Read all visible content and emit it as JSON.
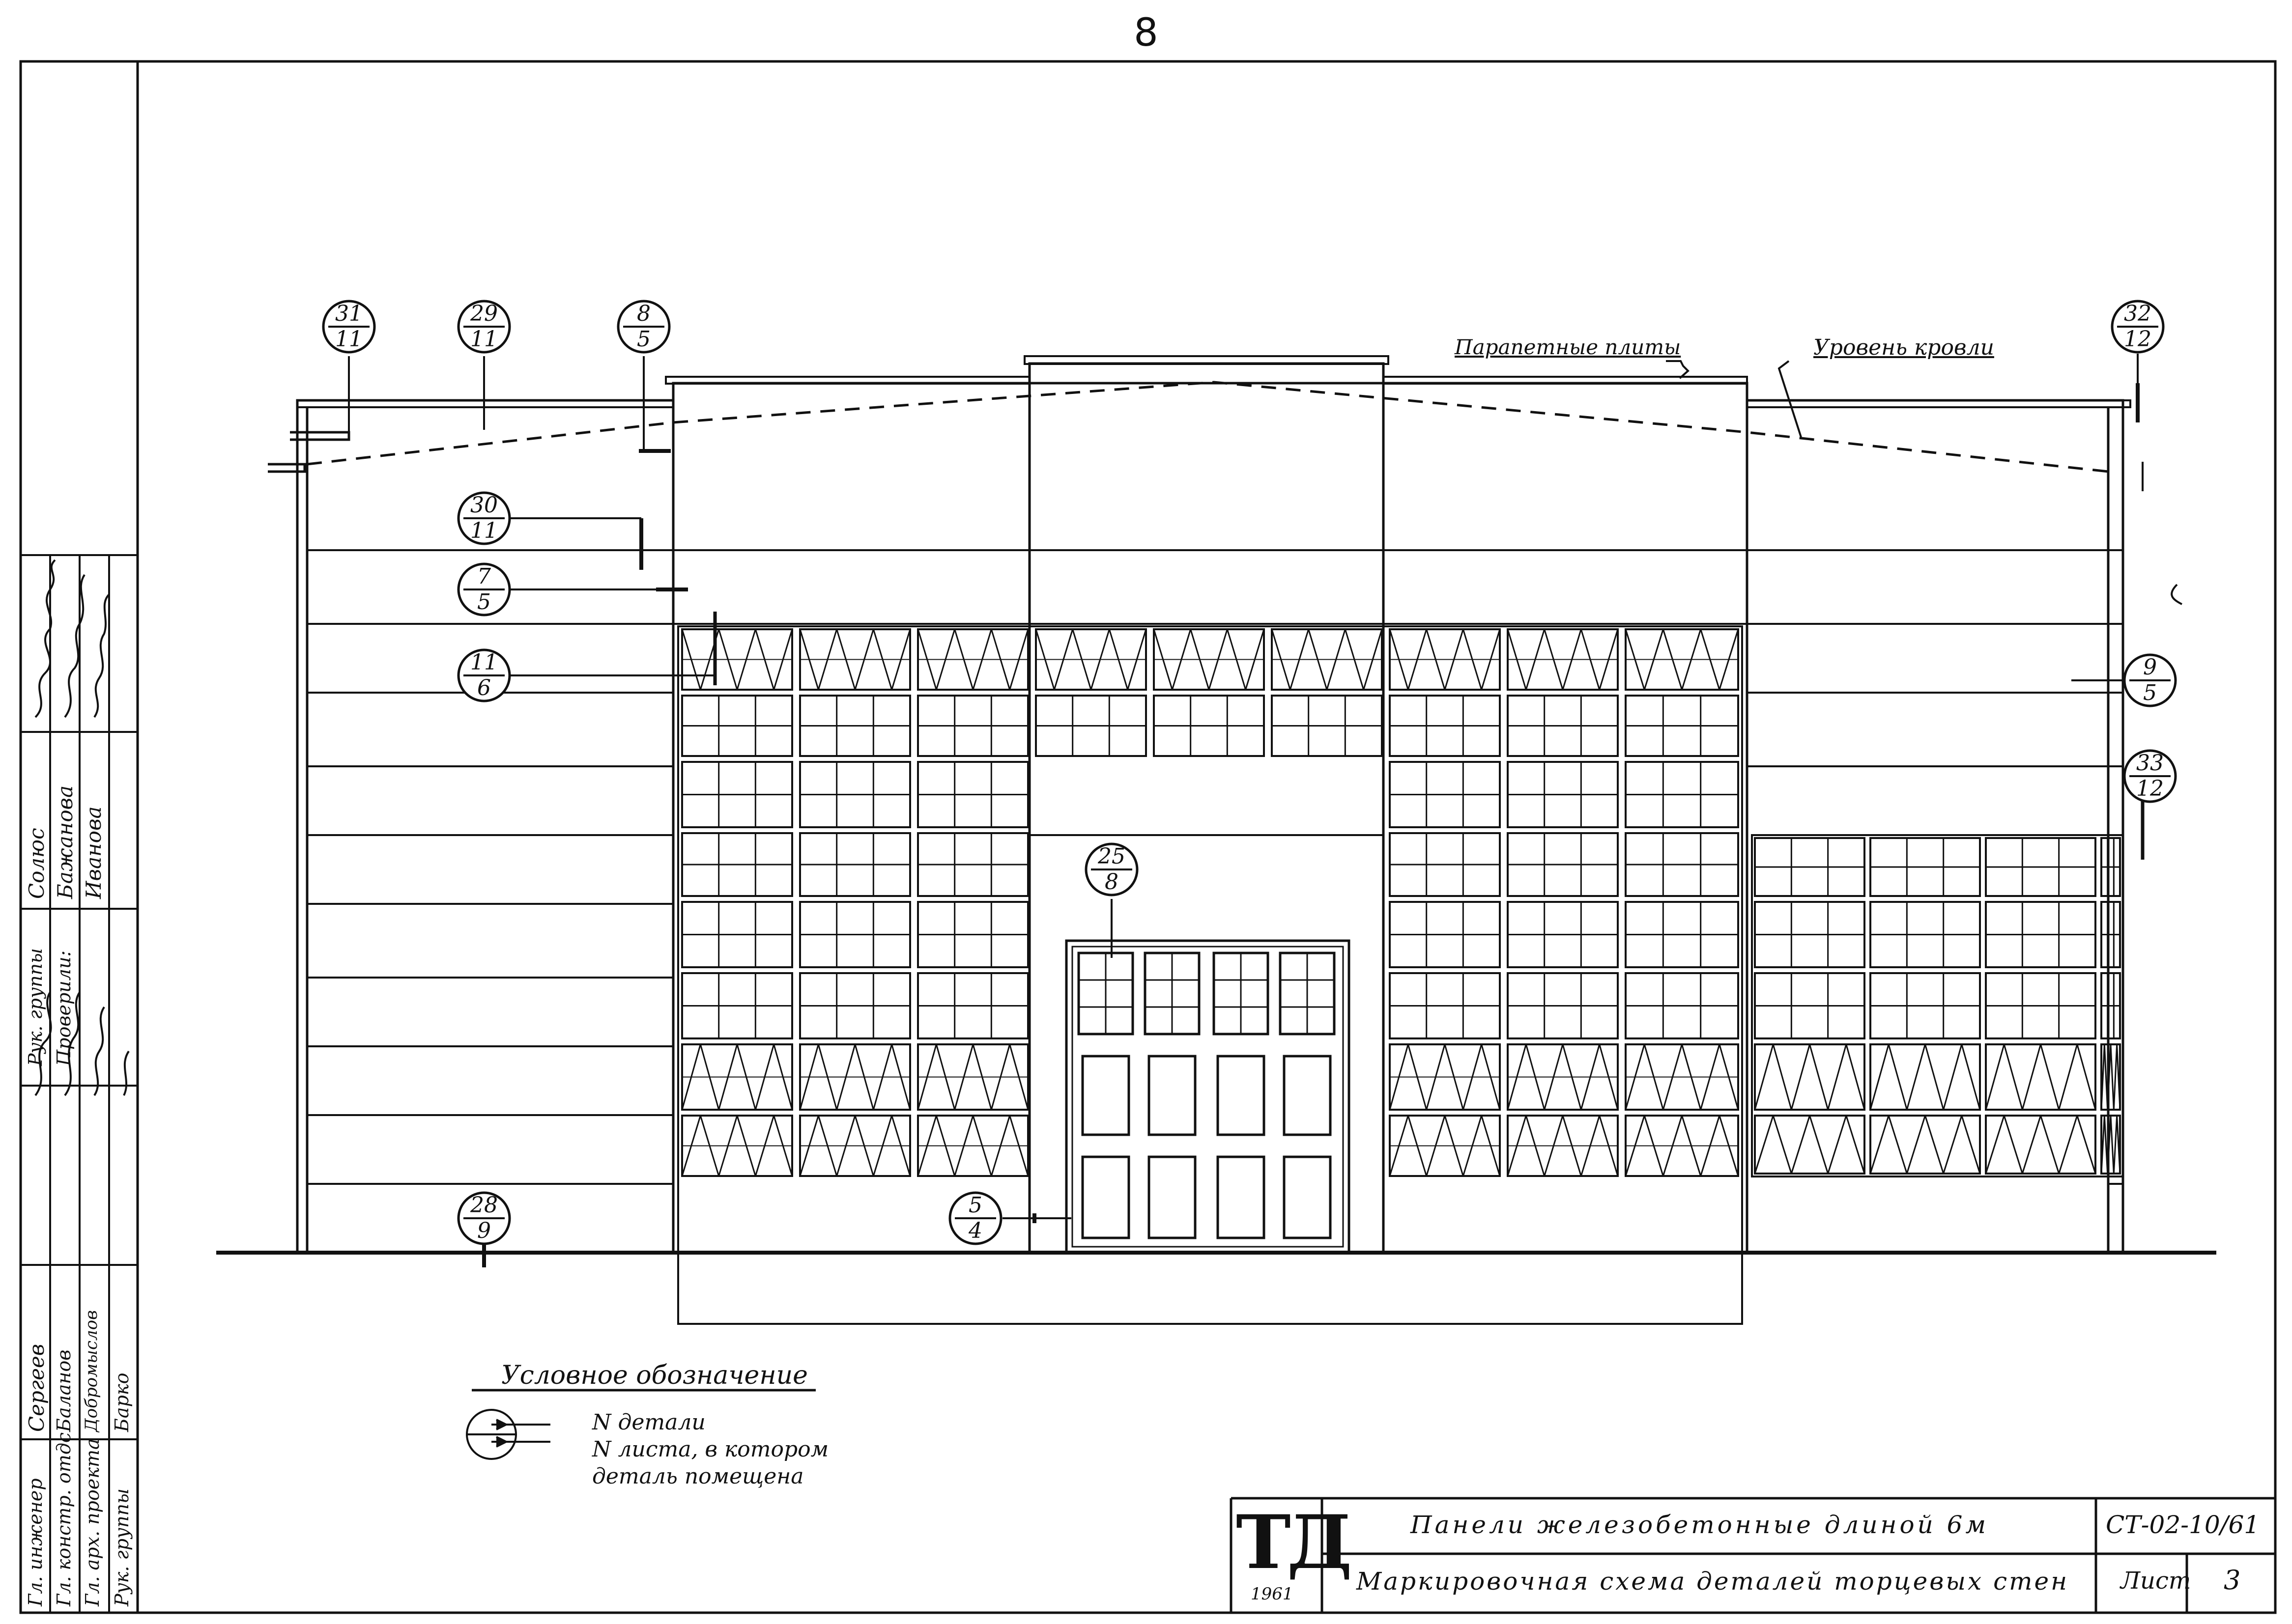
{
  "page_number": "8",
  "roof_labels": {
    "parapet": "Парапетные плиты",
    "roof_level": "Уровень кровли"
  },
  "markers": [
    {
      "id": "m31-11",
      "top": "31",
      "bottom": "11"
    },
    {
      "id": "m29-11",
      "top": "29",
      "bottom": "11"
    },
    {
      "id": "m8-5",
      "top": "8",
      "bottom": "5"
    },
    {
      "id": "m32-12",
      "top": "32",
      "bottom": "12"
    },
    {
      "id": "m30-11",
      "top": "30",
      "bottom": "11"
    },
    {
      "id": "m7-5",
      "top": "7",
      "bottom": "5"
    },
    {
      "id": "m11-6",
      "top": "11",
      "bottom": "6"
    },
    {
      "id": "m9-5",
      "top": "9",
      "bottom": "5"
    },
    {
      "id": "m33-12",
      "top": "33",
      "bottom": "12"
    },
    {
      "id": "m25-8",
      "top": "25",
      "bottom": "8"
    },
    {
      "id": "m5-4",
      "top": "5",
      "bottom": "4"
    },
    {
      "id": "m28-9",
      "top": "28",
      "bottom": "9"
    }
  ],
  "legend": {
    "title": "Условное обозначение",
    "line1": "N детали",
    "line2": "N листа, в котором",
    "line3": "деталь помещена"
  },
  "stamp_side": {
    "roles": [
      "Гл. инженер",
      "Гл. констр. отдс",
      "Гл. арх. проекта",
      "Рук. группы"
    ],
    "names": [
      "Сергеев",
      "Баланов",
      "Добромыслов",
      "Барко"
    ],
    "roles2": [
      "Рук. группы",
      "Проверили:"
    ],
    "names2": [
      "Солюс",
      "Бажанова",
      "Иванова"
    ]
  },
  "title_block": {
    "logo": "ТД",
    "year": "1961",
    "title1": "Панели железобетонные длиной 6м",
    "title2": "Маркировочная схема деталей торцевых стен",
    "code": "СТ-02-10/61",
    "sheet_label": "Лист",
    "sheet_number": "3"
  }
}
